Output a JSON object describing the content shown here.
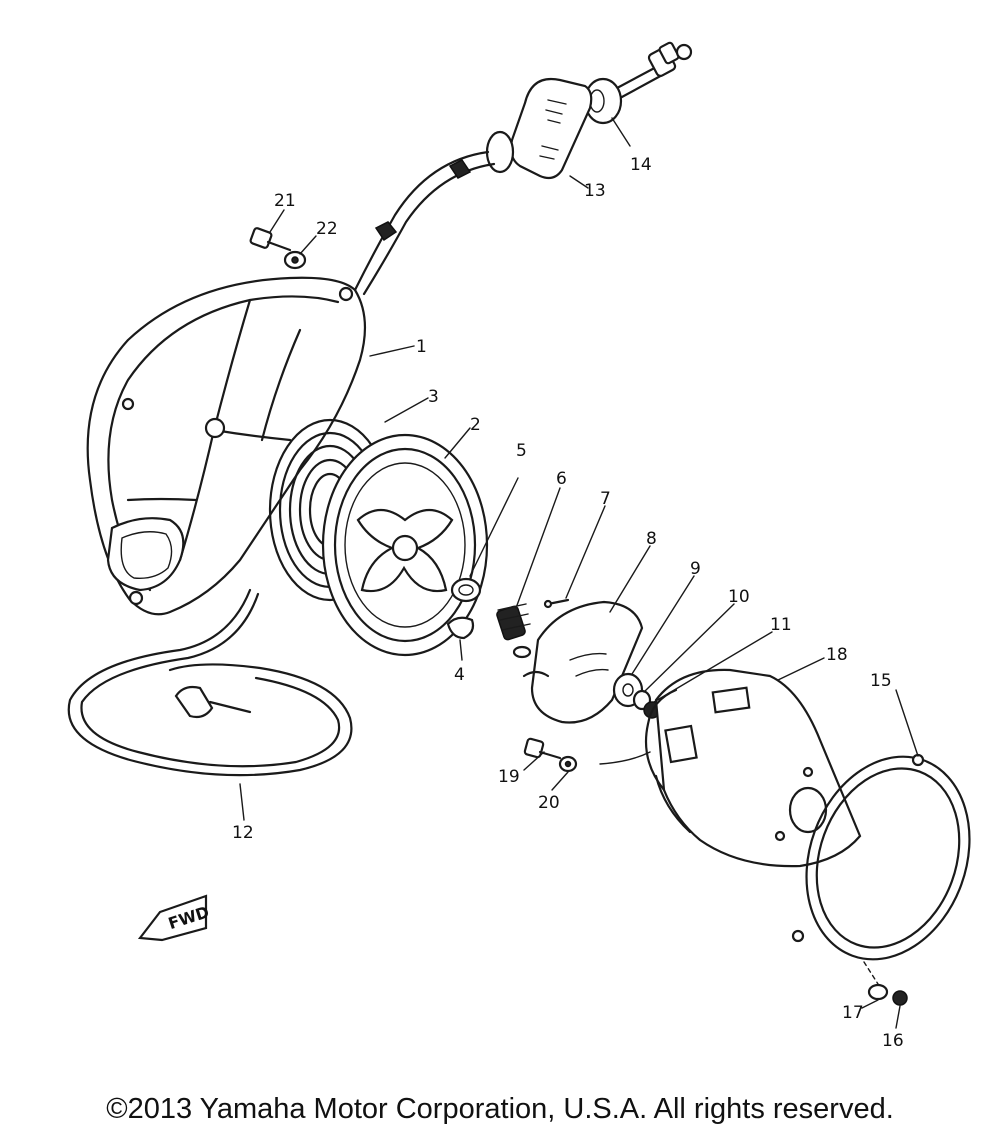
{
  "parts": [
    {
      "id": "1",
      "label": "1"
    },
    {
      "id": "2",
      "label": "2"
    },
    {
      "id": "3",
      "label": "3"
    },
    {
      "id": "4",
      "label": "4"
    },
    {
      "id": "5",
      "label": "5"
    },
    {
      "id": "6",
      "label": "6"
    },
    {
      "id": "7",
      "label": "7"
    },
    {
      "id": "8",
      "label": "8"
    },
    {
      "id": "9",
      "label": "9"
    },
    {
      "id": "10",
      "label": "10"
    },
    {
      "id": "11",
      "label": "11"
    },
    {
      "id": "12",
      "label": "12"
    },
    {
      "id": "13",
      "label": "13"
    },
    {
      "id": "14",
      "label": "14"
    },
    {
      "id": "15",
      "label": "15"
    },
    {
      "id": "16",
      "label": "16"
    },
    {
      "id": "17",
      "label": "17"
    },
    {
      "id": "18",
      "label": "18"
    },
    {
      "id": "19",
      "label": "19"
    },
    {
      "id": "20",
      "label": "20"
    },
    {
      "id": "21",
      "label": "21"
    },
    {
      "id": "22",
      "label": "22"
    }
  ],
  "direction_marker": "FWD",
  "copyright": "©2013 Yamaha Motor Corporation, U.S.A. All rights reserved."
}
